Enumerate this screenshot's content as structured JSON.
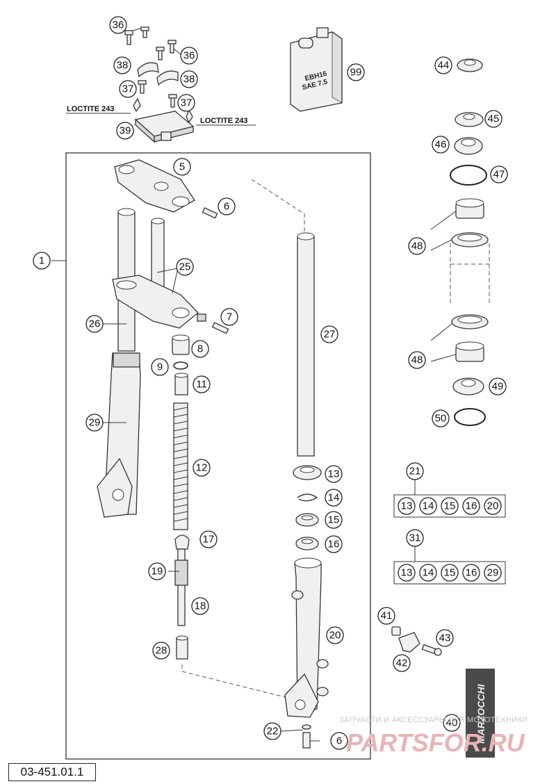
{
  "diagram_code": "03-451.01.1",
  "loctite_left": "LOCTITE 243",
  "loctite_right": "LOCTITE 243",
  "oil_can": {
    "line1": "EBH16",
    "line2": "SAE 7.5"
  },
  "brand_badge": "MARZOCCHI",
  "watermark": {
    "text": "ЗАПЧАСТИ И АКСЕССУАРЫ ДЛЯ МОТОТЕХНИКИ",
    "logo": "PARTSFOR.RU"
  },
  "callouts": {
    "c36a": "36",
    "c36b": "36",
    "c38a": "38",
    "c38b": "38",
    "c37a": "37",
    "c37b": "37",
    "c39": "39",
    "c99": "99",
    "c44": "44",
    "c45": "45",
    "c46": "46",
    "c47": "47",
    "c48a": "48",
    "c48b": "48",
    "c49": "49",
    "c50": "50",
    "c1": "1",
    "c5": "5",
    "c6a": "6",
    "c25": "25",
    "c7": "7",
    "c26": "26",
    "c8": "8",
    "c9": "9",
    "c11": "11",
    "c29": "29",
    "c12": "12",
    "c17": "17",
    "c19": "19",
    "c18": "18",
    "c28": "28",
    "c27": "27",
    "c13": "13",
    "c14": "14",
    "c15": "15",
    "c16": "16",
    "c20": "20",
    "c22": "22",
    "c6b": "6",
    "c21": "21",
    "c31": "31",
    "c41": "41",
    "c42": "42",
    "c43": "43",
    "c40": "40"
  },
  "kit_21": [
    "13",
    "14",
    "15",
    "16",
    "20"
  ],
  "kit_31": [
    "13",
    "14",
    "15",
    "16",
    "29"
  ]
}
